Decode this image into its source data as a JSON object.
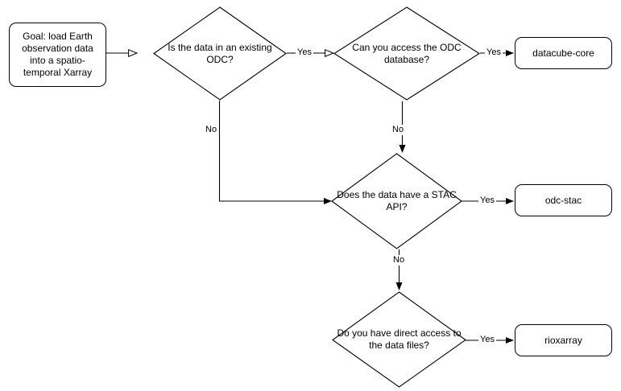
{
  "diagram": {
    "title": "Earth observation data loading decision flowchart",
    "stroke_color": "#000000",
    "background_color": "#ffffff",
    "nodes": {
      "start": {
        "id": "start",
        "shape": "rounded-rectangle",
        "text": "Goal: load Earth observation data into a spatio-temporal Xarray"
      },
      "q_existing_odc": {
        "id": "q_existing_odc",
        "shape": "diamond",
        "text": "Is the data in an existing ODC?"
      },
      "q_access_db": {
        "id": "q_access_db",
        "shape": "diamond",
        "text": "Can you access the ODC database?"
      },
      "q_stac_api": {
        "id": "q_stac_api",
        "shape": "diamond",
        "text": "Does the data have a STAC API?"
      },
      "q_direct_files": {
        "id": "q_direct_files",
        "shape": "diamond",
        "text": "Do you have direct access to the data files?"
      },
      "result_datacube_core": {
        "id": "result_datacube_core",
        "shape": "rounded-rectangle",
        "text": "datacube-core"
      },
      "result_odc_stac": {
        "id": "result_odc_stac",
        "shape": "rounded-rectangle",
        "text": "odc-stac"
      },
      "result_rioxarray": {
        "id": "result_rioxarray",
        "shape": "rounded-rectangle",
        "text": "rioxarray"
      }
    },
    "edges": [
      {
        "id": "e_start_to_q1",
        "from": "start",
        "to": "q_existing_odc",
        "label": "",
        "arrow": "hollow"
      },
      {
        "id": "e_q1_yes",
        "from": "q_existing_odc",
        "to": "q_access_db",
        "label": "Yes",
        "arrow": "hollow"
      },
      {
        "id": "e_q1_no",
        "from": "q_existing_odc",
        "to": "q_stac_api",
        "label": "No",
        "arrow": "filled"
      },
      {
        "id": "e_q2_yes",
        "from": "q_access_db",
        "to": "result_datacube_core",
        "label": "Yes",
        "arrow": "filled"
      },
      {
        "id": "e_q2_no",
        "from": "q_access_db",
        "to": "q_stac_api",
        "label": "No",
        "arrow": "filled"
      },
      {
        "id": "e_q3_yes",
        "from": "q_stac_api",
        "to": "result_odc_stac",
        "label": "Yes",
        "arrow": "filled"
      },
      {
        "id": "e_q3_no",
        "from": "q_stac_api",
        "to": "q_direct_files",
        "label": "No",
        "arrow": "filled"
      },
      {
        "id": "e_q4_yes",
        "from": "q_direct_files",
        "to": "result_rioxarray",
        "label": "Yes",
        "arrow": "filled"
      }
    ],
    "edge_labels": {
      "q1_yes": "Yes",
      "q1_no": "No",
      "q2_yes": "Yes",
      "q2_no": "No",
      "q3_yes": "Yes",
      "q3_no": "No",
      "q4_yes": "Yes"
    }
  }
}
